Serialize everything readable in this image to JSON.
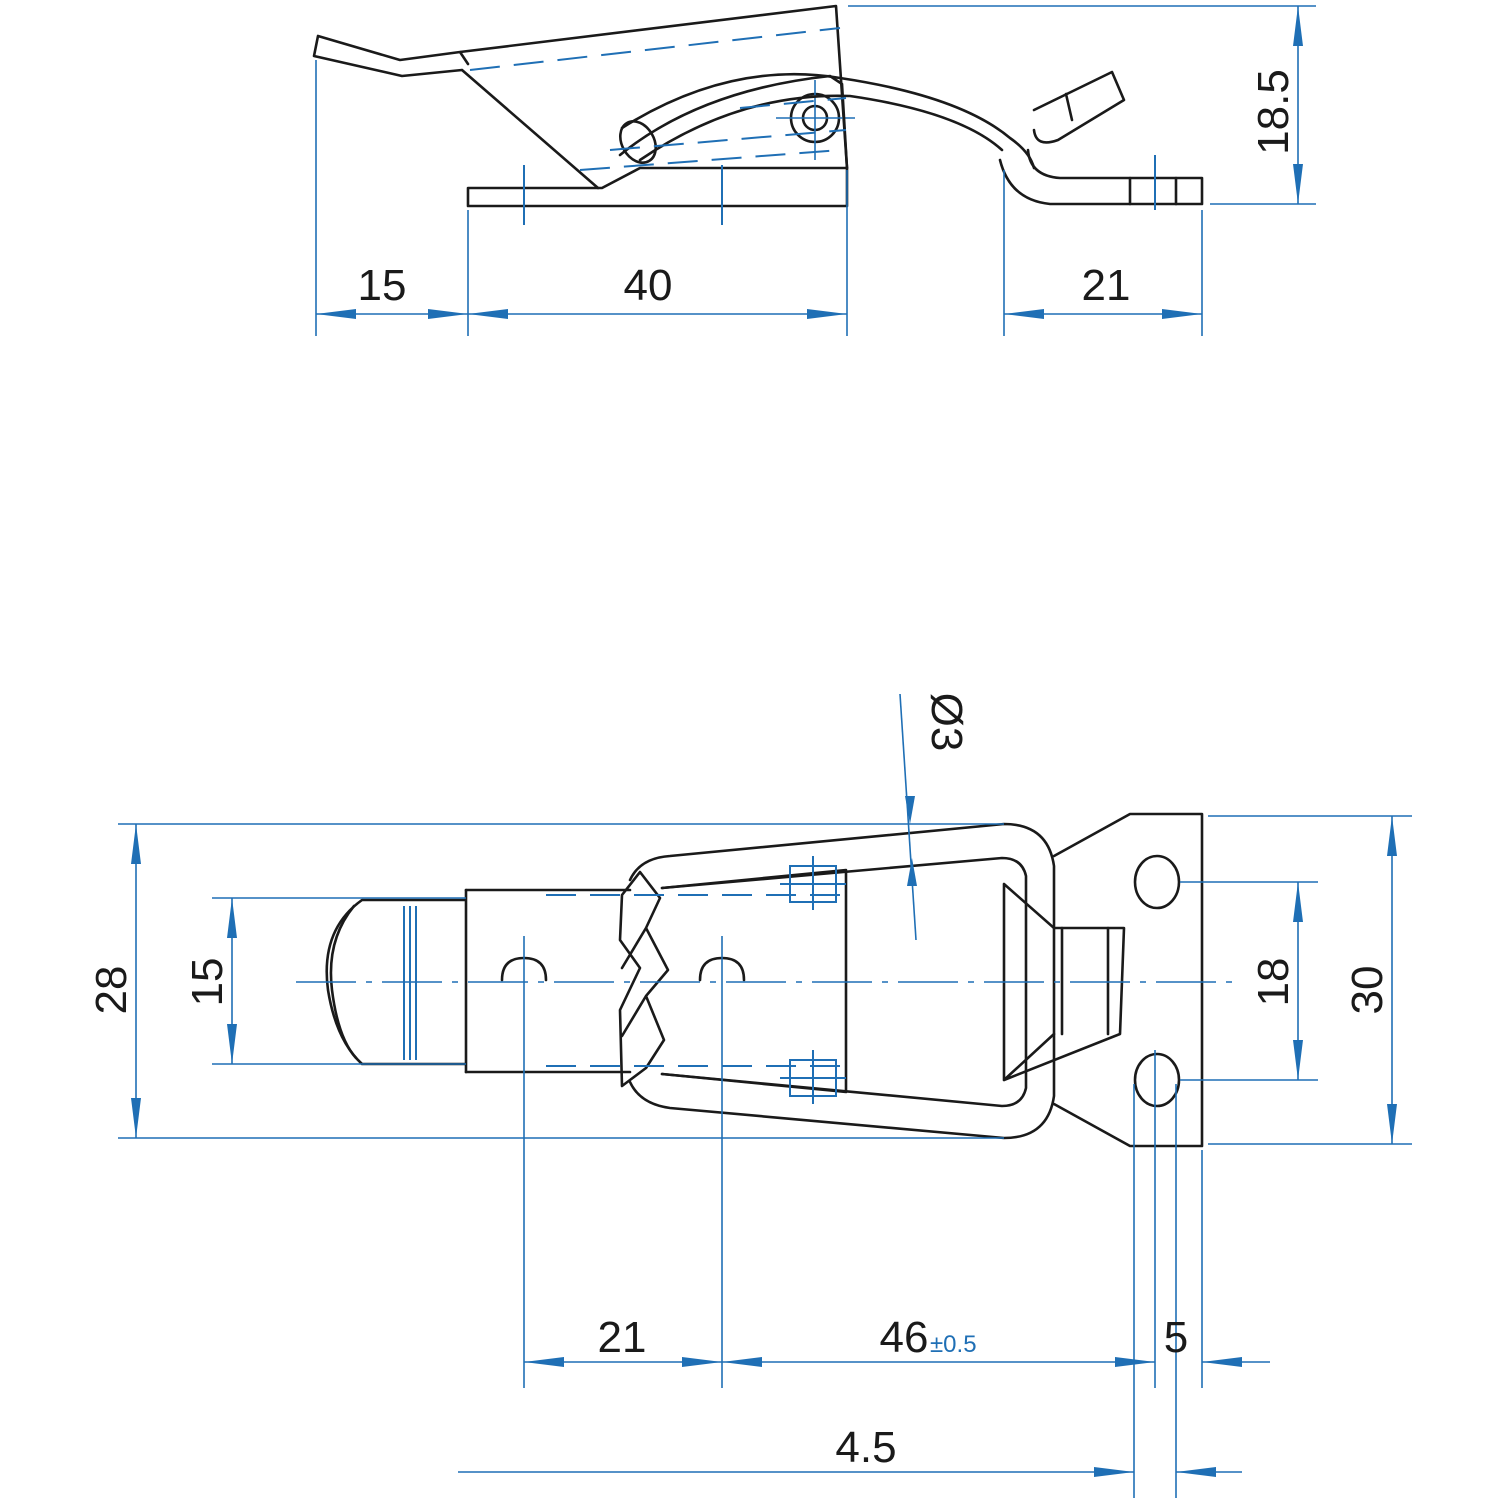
{
  "side_view": {
    "dims": {
      "d15": "15",
      "d40": "40",
      "d21": "21",
      "d18_5": "18.5"
    }
  },
  "top_view": {
    "dims": {
      "dia3": "Ø3",
      "d28": "28",
      "d15": "15",
      "d18": "18",
      "d30": "30",
      "d21": "21",
      "d46": "46",
      "d46_tol": "±0.5",
      "d5": "5",
      "d4_5": "4.5"
    }
  },
  "colors": {
    "outline": "#1a1a1a",
    "dimension": "#1f6fb5"
  }
}
